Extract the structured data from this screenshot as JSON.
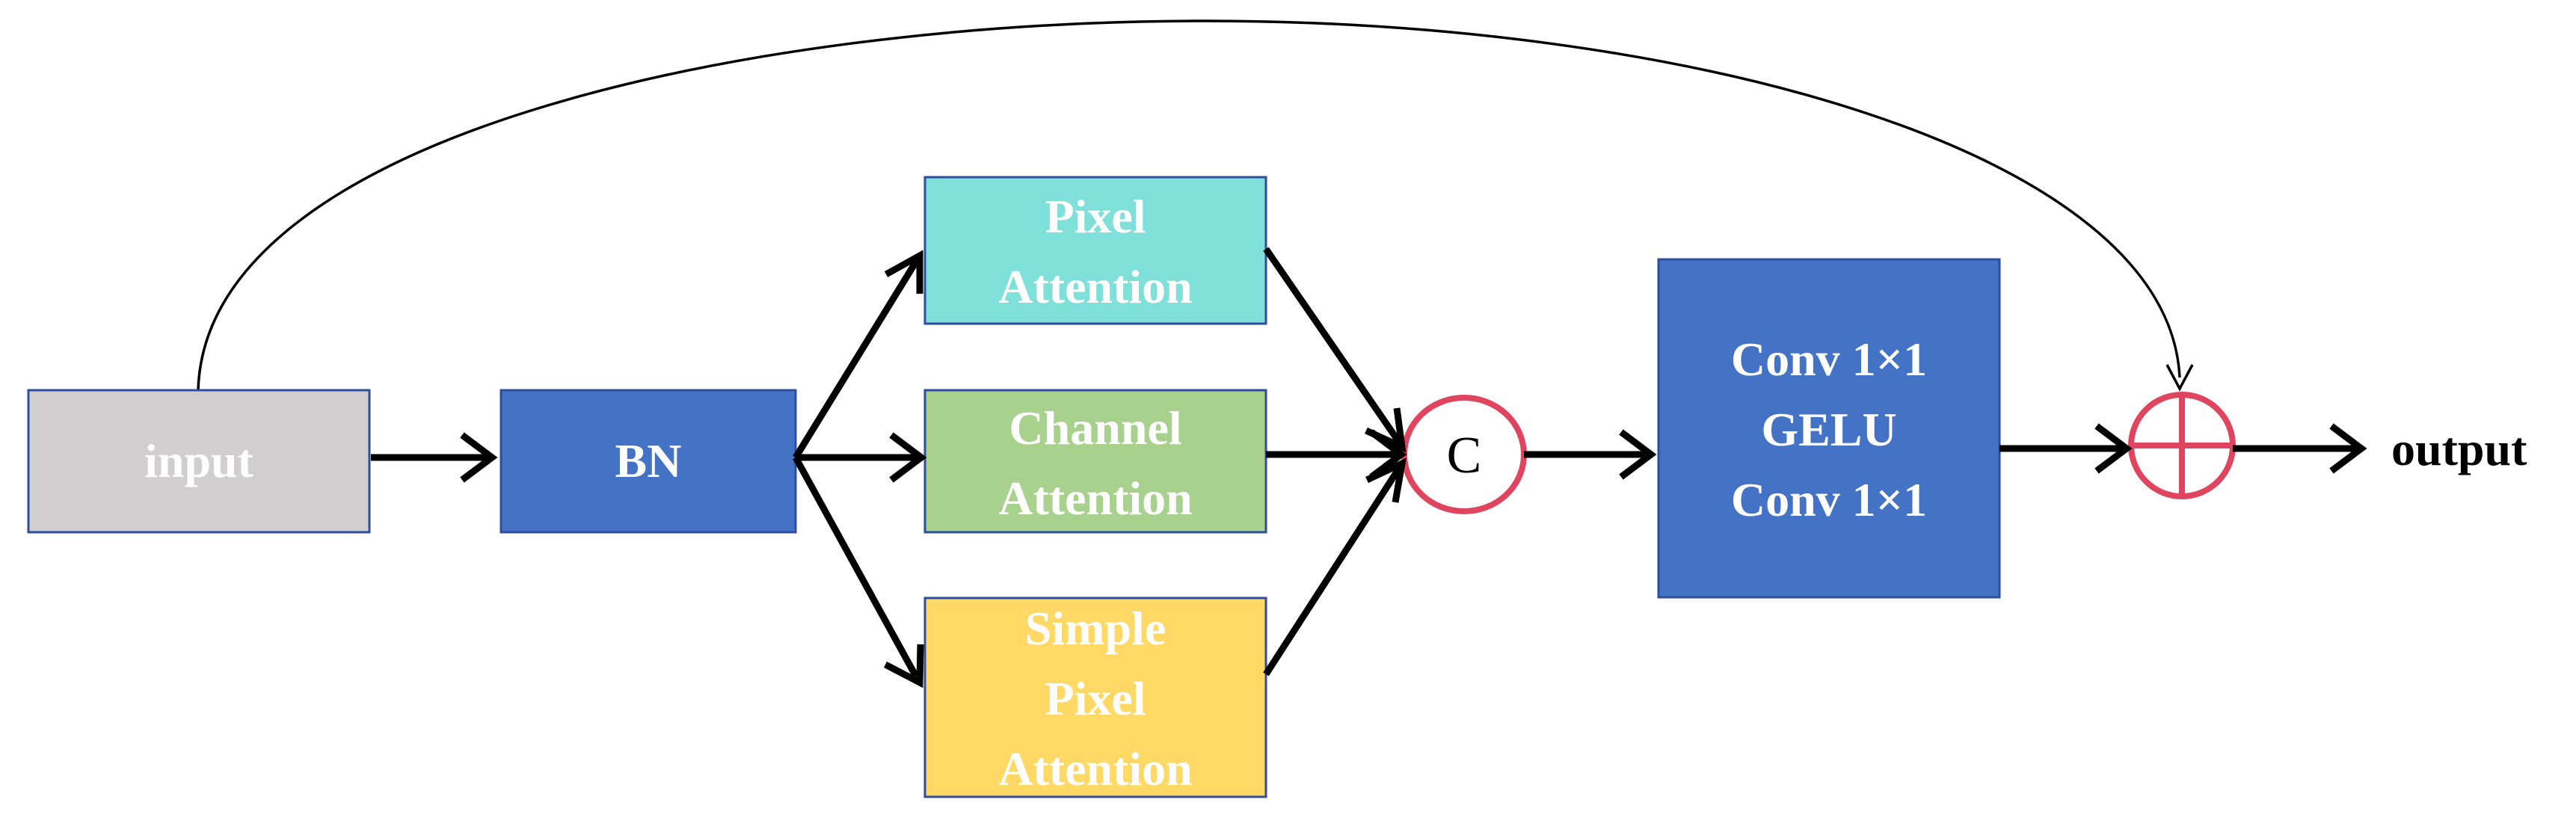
{
  "nodes": {
    "input": {
      "label": "input",
      "fill": "#d0cece"
    },
    "bn": {
      "label": "BN",
      "fill": "#4472c4"
    },
    "pixel_attention": {
      "lines": [
        "Pixel",
        "Attention"
      ],
      "fill": "#7fdfd9"
    },
    "channel_attention": {
      "lines": [
        "Channel",
        "Attention"
      ],
      "fill": "#a9d18e"
    },
    "simple_pixel_attention": {
      "lines": [
        "Simple",
        "Pixel",
        "Attention"
      ],
      "fill": "#ffd966"
    },
    "concat": {
      "label": "C",
      "stroke": "#e0455f"
    },
    "conv_block": {
      "lines": [
        "Conv 1×1",
        "GELU",
        "Conv 1×1"
      ],
      "fill": "#4472c4"
    },
    "add": {
      "stroke": "#e0455f"
    },
    "output": {
      "label": "output"
    }
  }
}
